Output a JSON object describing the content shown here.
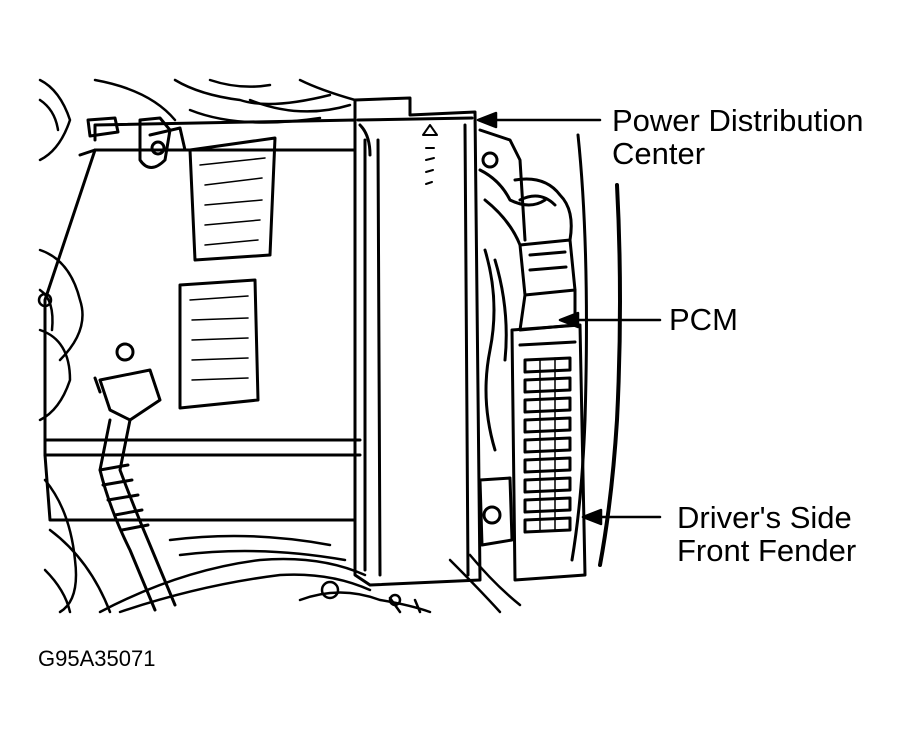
{
  "callouts": {
    "power_distribution_line1": "Power Distribution",
    "power_distribution_line2": "Center",
    "pcm": "PCM",
    "fender_line1": "Driver's Side",
    "fender_line2": "Front Fender"
  },
  "figure_id": "G95A35071",
  "colors": {
    "ink": "#000000",
    "paper": "#ffffff"
  }
}
